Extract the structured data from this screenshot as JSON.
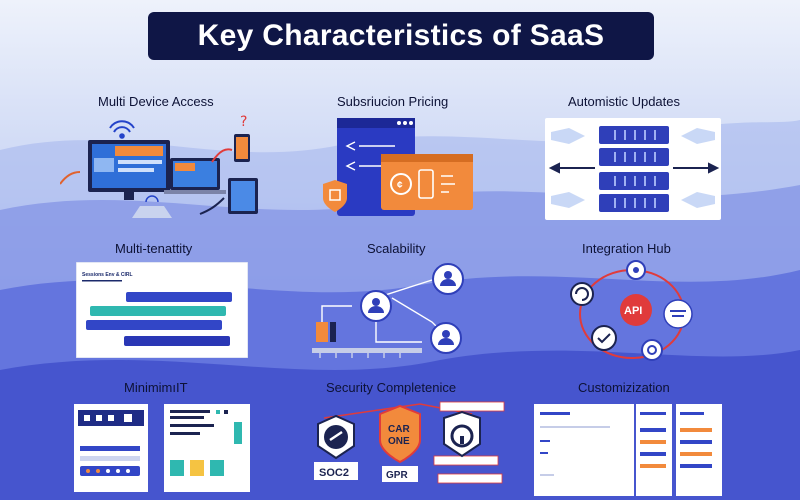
{
  "title": "Key Characteristics of SaaS",
  "sections": [
    {
      "label": "Multi Device Access"
    },
    {
      "label": "Subsriucion Pricing"
    },
    {
      "label": "Automistic Updates"
    },
    {
      "label": "Multi-tenattity"
    },
    {
      "label": "Scalability"
    },
    {
      "label": "Integration Hub"
    },
    {
      "label": "MinimimıIT"
    },
    {
      "label": "Security Completenice"
    },
    {
      "label": "Customizization"
    }
  ],
  "multitenancy": {
    "row1": "Sessions Env & CIRL"
  },
  "integration": {
    "api": "API"
  },
  "security": {
    "badge1": "SOC2",
    "badge2": "GPR",
    "shield_line1": "CAR",
    "shield_line2": "ONE"
  },
  "colors": {
    "navy": "#0f1646",
    "orange": "#f28a3c",
    "blue": "#3246c7",
    "teal": "#2fb8b0",
    "red": "#e03b3b"
  }
}
